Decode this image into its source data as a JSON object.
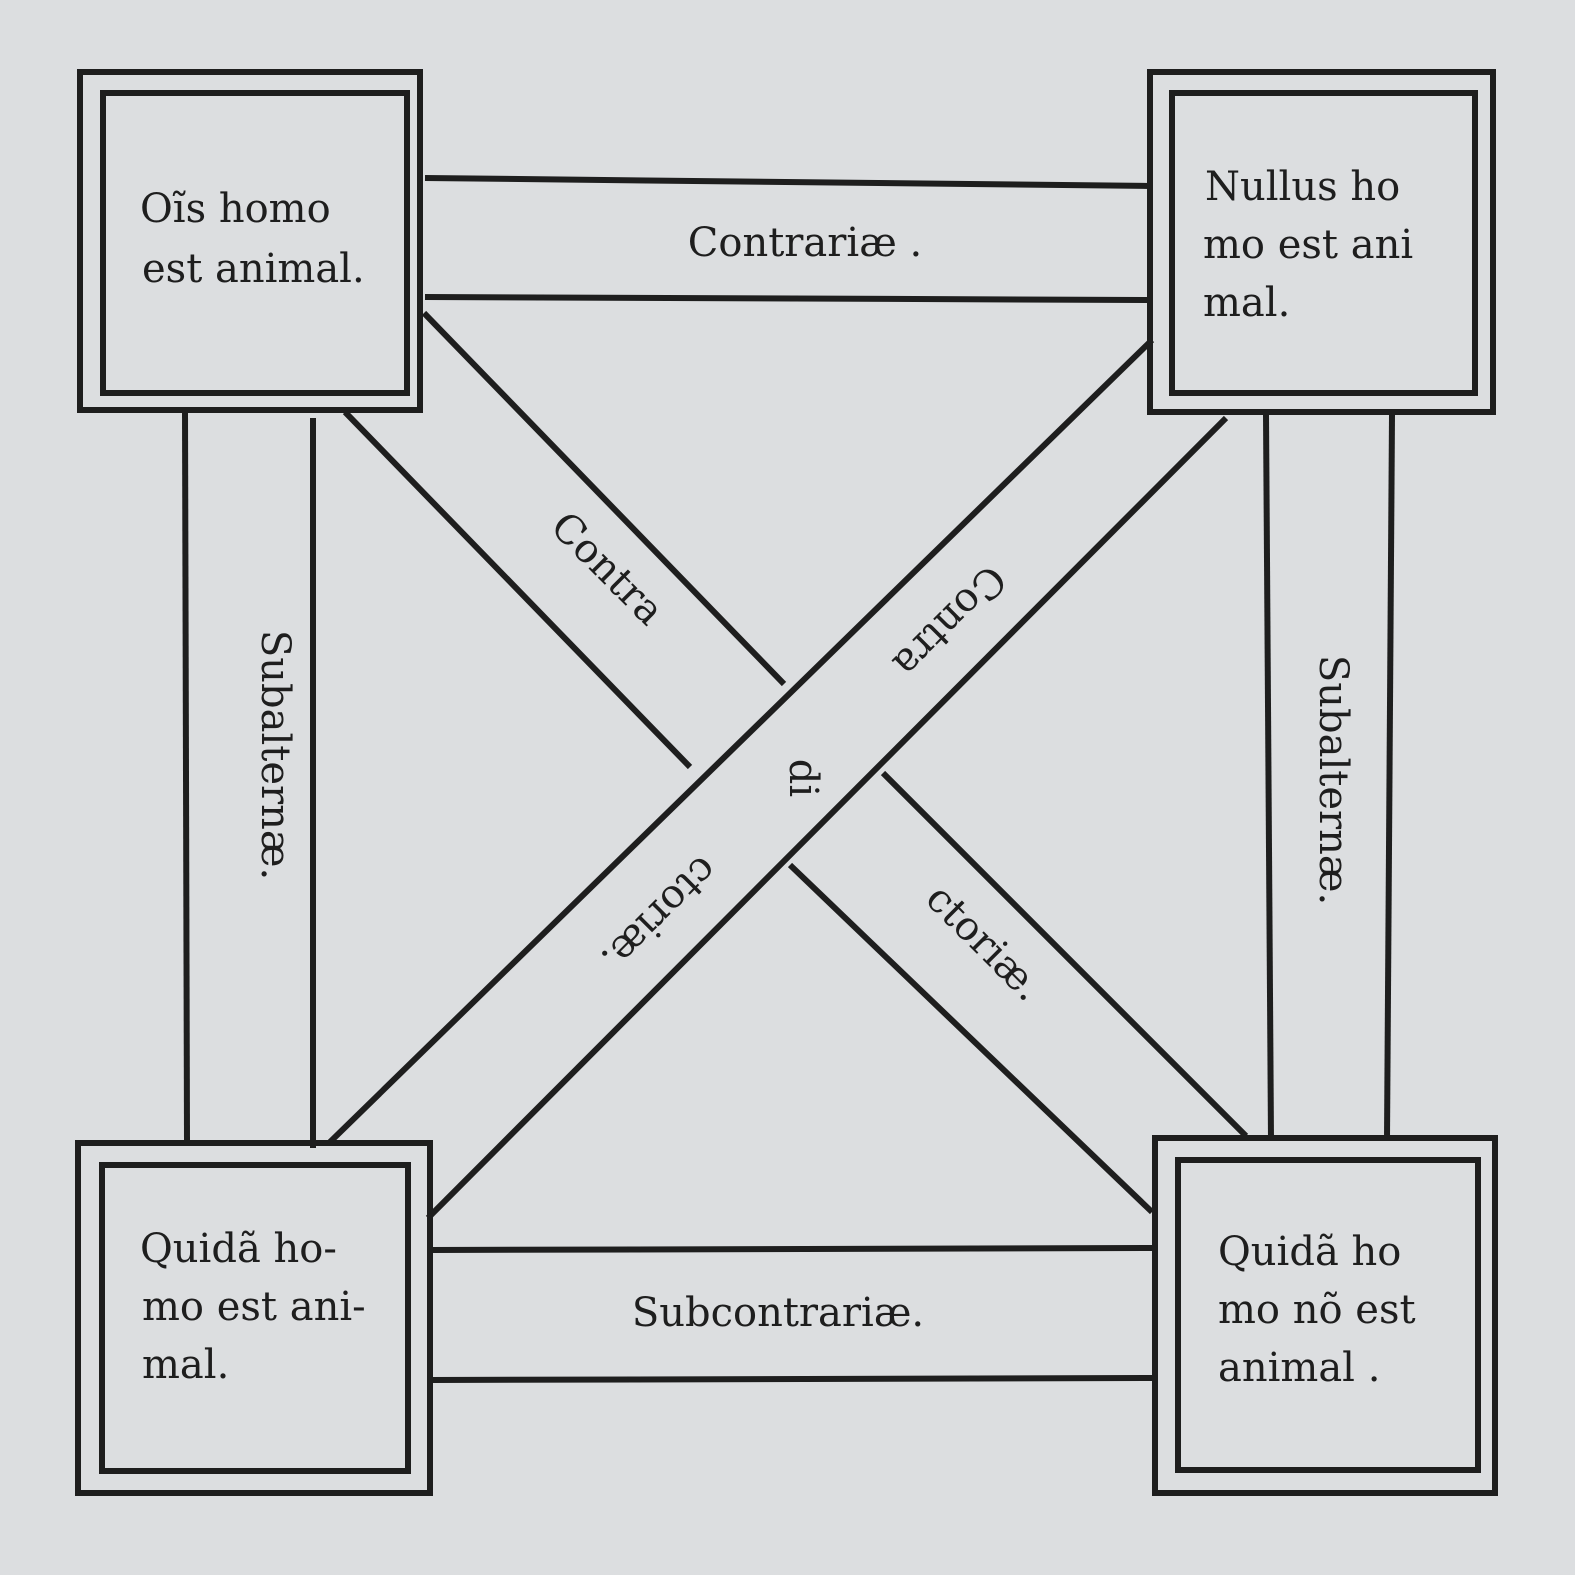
{
  "corners": {
    "top_left": {
      "lines": [
        "Oĩs homo",
        "est animal."
      ]
    },
    "top_right": {
      "lines": [
        "Nullus ho",
        "mo est ani",
        "mal."
      ]
    },
    "bottom_left": {
      "lines": [
        "Quidã ho-",
        "mo est ani-",
        "mal."
      ]
    },
    "bottom_right": {
      "lines": [
        "Quidã ho",
        "mo nõ est",
        "animal ."
      ]
    }
  },
  "relations": {
    "top": "Contrariæ .",
    "bottom": "Subcontrariæ.",
    "left": "Subalternæ.",
    "right": "Subalternæ.",
    "diag_a": {
      "p1": "Contra",
      "p2": "di",
      "p3": "ctoriæ."
    },
    "diag_b": {
      "p1": "Contra",
      "p2": "di",
      "p3": "ctoriæ."
    }
  },
  "colors": {
    "ink": "#1e1e1e",
    "paper": "#dcdee0"
  }
}
